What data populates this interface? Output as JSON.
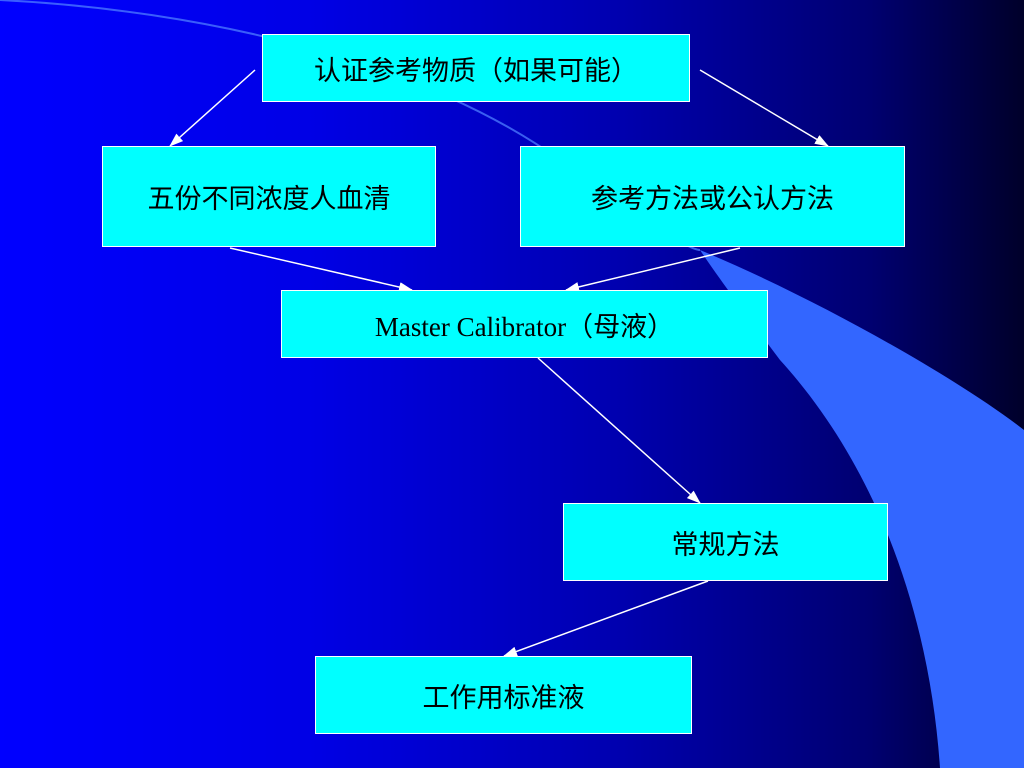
{
  "colors": {
    "background_left": "#0000ff",
    "background_right": "#00002a",
    "box_fill": "#00ffff",
    "box_border": "#ffffff",
    "arrow": "#ffffff",
    "swoosh": "#3366ff"
  },
  "nodes": {
    "crm": {
      "label": "认证参考物质（如果可能）"
    },
    "serum": {
      "label": "五份不同浓度人血清"
    },
    "ref_method": {
      "label": "参考方法或公认方法"
    },
    "master": {
      "label": "Master Calibrator（母液）"
    },
    "routine": {
      "label": "常规方法"
    },
    "working": {
      "label": "工作用标准液"
    }
  },
  "edges": [
    {
      "from": "crm",
      "to": "serum"
    },
    {
      "from": "crm",
      "to": "ref_method"
    },
    {
      "from": "serum",
      "to": "master"
    },
    {
      "from": "ref_method",
      "to": "master"
    },
    {
      "from": "master",
      "to": "routine"
    },
    {
      "from": "routine",
      "to": "working"
    }
  ]
}
